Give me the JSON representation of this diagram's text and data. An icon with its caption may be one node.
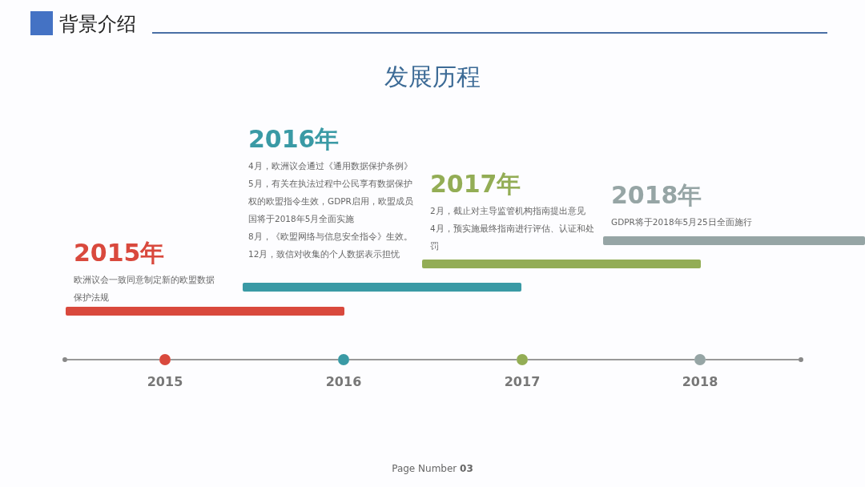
{
  "diagram": {
    "title": "背景介绍",
    "nodes": [
      {
        "text": [
          "2015年",
          "欧洲议会一致同意制定新的欧盟数据保护法规"
        ]
      },
      {
        "text": [
          "2016年",
          "4月，欧洲议会通过《通用数据保护条例》",
          "5月，有关在执法过程中公民享有数据保护权的欧盟指令生效，GDPR启用，欧盟成员国将于2018年5月全面实施",
          "8月，《欧盟网络与信息安全指令》生效。",
          "12月，致信对收集的个人数据表示担忧"
        ]
      },
      {
        "text": [
          "2017年",
          "2月，截止对主导监管机构指南提出意见",
          "4月，预实施最终指南进行评估、认证和处罚"
        ]
      },
      {
        "text": [
          "2018年",
          "GDPR将于2018年5月25日全面施行"
        ]
      },
      {
        "text": [],
        "shape": "circle"
      },
      {
        "text": [],
        "shape": "circle",
        "beside": [
          "2015"
        ]
      },
      {
        "text": [],
        "shape": "circle",
        "beside": [
          "2016"
        ]
      },
      {
        "text": [],
        "shape": "circle",
        "beside": [
          "2017"
        ]
      },
      {
        "text": [],
        "shape": "circle",
        "beside": [
          "2018"
        ]
      },
      {
        "text": [],
        "shape": "circle"
      }
    ],
    "edges": [
      {
        "from": 4,
        "to": 5,
        "arrow": "none"
      },
      {
        "from": 5,
        "to": 6,
        "arrow": "none"
      },
      {
        "from": 6,
        "to": 7,
        "arrow": "none"
      },
      {
        "from": 7,
        "to": 8,
        "arrow": "none"
      },
      {
        "from": 8,
        "to": 9,
        "arrow": "none"
      }
    ],
    "labels": [
      "发展历程",
      "Page Number **03**"
    ]
  }
}
